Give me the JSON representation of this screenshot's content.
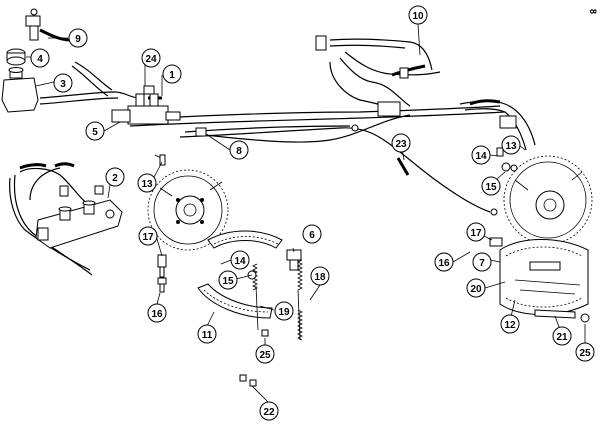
{
  "diagram": {
    "corner_text": "8",
    "callouts": {
      "c1": "1",
      "c2": "2",
      "c3": "3",
      "c4": "4",
      "c5": "5",
      "c6": "6",
      "c7": "7",
      "c8": "8",
      "c9": "9",
      "c10": "10",
      "c11": "11",
      "c12": "12",
      "c13a": "13",
      "c13b": "13",
      "c14a": "14",
      "c14b": "14",
      "c15a": "15",
      "c15b": "15",
      "c16a": "16",
      "c16b": "16",
      "c17a": "17",
      "c17b": "17",
      "c18": "18",
      "c19": "19",
      "c20": "20",
      "c21": "21",
      "c22": "22",
      "c23": "23",
      "c24": "24",
      "c25a": "25",
      "c25b": "25"
    }
  }
}
